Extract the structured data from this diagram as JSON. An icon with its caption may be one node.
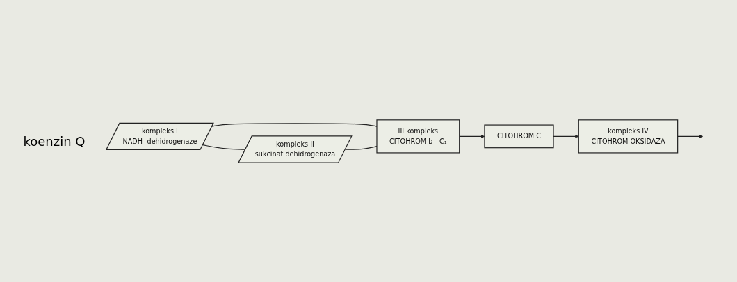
{
  "diagram": {
    "nodes": [
      {
        "text": [
          "kompleks I",
          "NADH- dehidrogenaze"
        ]
      },
      {
        "text": [
          "kompleks II",
          "sukcinat dehidrogenaza"
        ]
      },
      {
        "text": [
          "III kompleks",
          "CITOHROM b - C₁"
        ]
      },
      {
        "text": [
          "CITOHROM C"
        ]
      },
      {
        "text": [
          "kompleks IV",
          "CITOHROM OKSIDAZA"
        ]
      }
    ],
    "edges": [
      {
        "from": 0,
        "to": 1,
        "arrow": "none"
      },
      {
        "from": 0,
        "to": 2,
        "arrow": "none"
      },
      {
        "from": 1,
        "to": 2,
        "arrow": "none"
      },
      {
        "from": 2,
        "to": 3,
        "arrow": "to"
      },
      {
        "from": 3,
        "to": 4,
        "arrow": "to"
      },
      {
        "from": 4,
        "to": null,
        "arrow": "to"
      }
    ],
    "labels": [
      "koenzin Q"
    ]
  }
}
